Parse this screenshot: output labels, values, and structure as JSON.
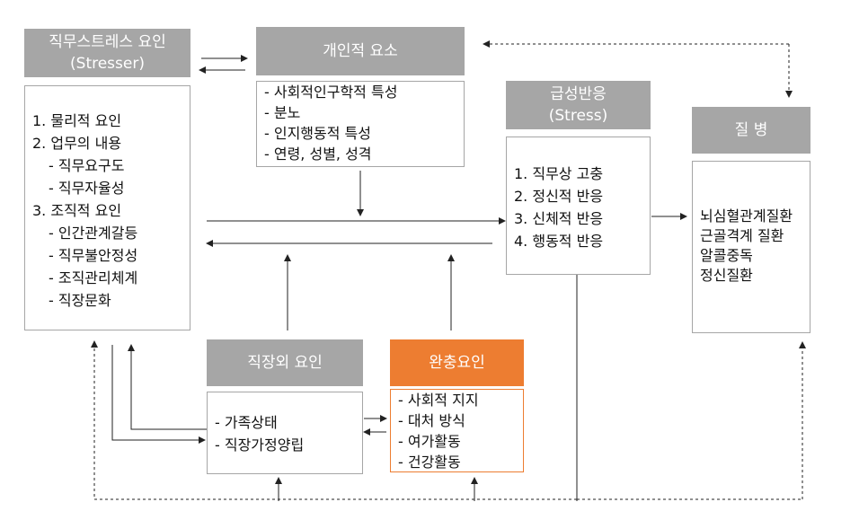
{
  "stressor": {
    "title": "직무스트레스 요인",
    "subtitle": "(Stresser)",
    "items": [
      "1.  물리적 요인",
      "2.  업무의 내용",
      "   - 직무요구도",
      "   - 직무자율성",
      "3.  조직적 요인",
      "   - 인간관계갈등",
      "   - 직무불안정성",
      "   - 조직관리체계",
      "   - 직장문화"
    ]
  },
  "personal": {
    "title": "개인적 요소",
    "items": [
      "-   사회적인구학적 특성",
      "-   분노",
      "-   인지행동적 특성",
      "-   연령, 성별, 성격"
    ]
  },
  "acute": {
    "title": "급성반응",
    "subtitle": "(Stress)",
    "items": [
      "1.  직무상 고충",
      "2.  정신적 반응",
      "3.  신체적 반응",
      "4.  행동적 반응"
    ]
  },
  "disease": {
    "title": "질 병",
    "items": [
      "뇌심혈관계질환",
      "근골격계 질환",
      "알콜중독",
      "정신질환"
    ]
  },
  "external": {
    "title": "직장외 요인",
    "items": [
      "-  가족상태",
      "-  직장가정양립"
    ]
  },
  "buffer": {
    "title": "완충요인",
    "items": [
      "-   사회적 지지",
      "-   대처 방식",
      "-   여가활동",
      "-   건강활동"
    ]
  },
  "colors": {
    "header_gray": "#a6a6a6",
    "buffer_orange": "#ed7d31"
  }
}
